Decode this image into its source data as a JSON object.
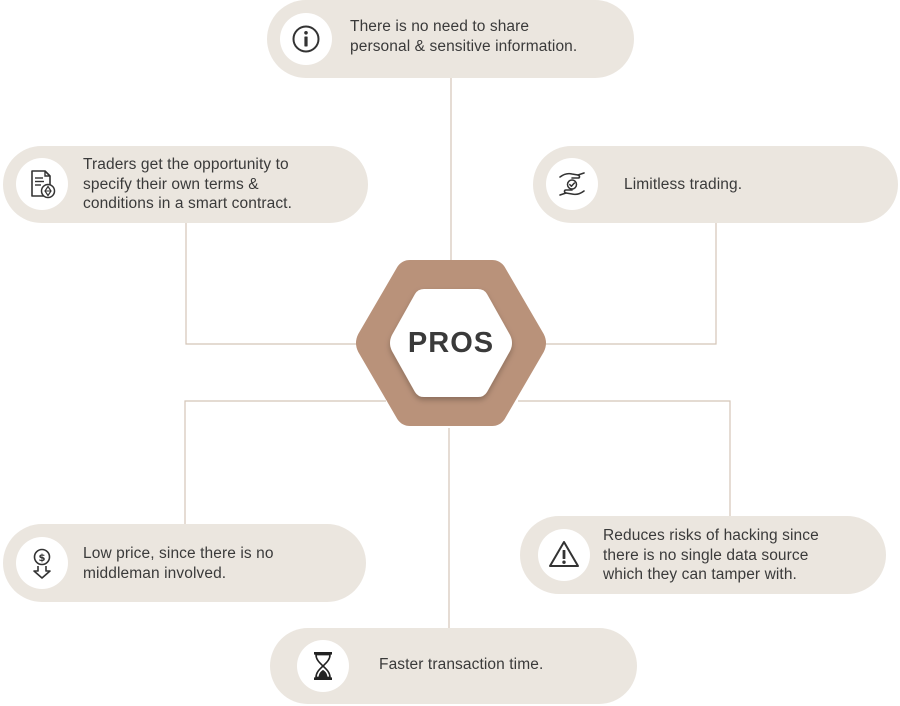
{
  "center": {
    "label": "PROS"
  },
  "items": [
    {
      "id": "privacy",
      "icon": "info-icon",
      "lines": [
        "There is no need to share",
        "personal & sensitive information."
      ]
    },
    {
      "id": "contract-terms",
      "icon": "contract-document-icon",
      "lines": [
        "Traders get the opportunity to",
        "specify their own terms &",
        "conditions in a smart contract."
      ]
    },
    {
      "id": "limitless",
      "icon": "hands-check-icon",
      "lines": [
        "Limitless trading."
      ]
    },
    {
      "id": "low-price",
      "icon": "dollar-down-icon",
      "lines": [
        "Low price, since there is no",
        "middleman involved."
      ]
    },
    {
      "id": "hacking-risk",
      "icon": "warning-icon",
      "lines": [
        "Reduces risks of hacking since",
        "there is no single data source",
        "which they can tamper with."
      ]
    },
    {
      "id": "speed",
      "icon": "hourglass-icon",
      "lines": [
        "Faster transaction time."
      ]
    }
  ],
  "colors": {
    "pill": "#ebe6df",
    "hexagon": "#b9927a",
    "connector": "#d4c5b8",
    "text": "#3a3a3a"
  }
}
